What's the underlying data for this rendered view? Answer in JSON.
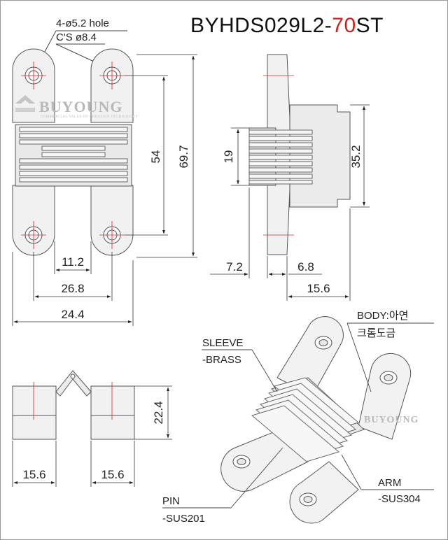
{
  "title": {
    "prefix": "BYHDS029L2-",
    "highlight": "70",
    "suffix": "ST",
    "highlight_color": "#d11f1f"
  },
  "hole_note": {
    "line1": "4-ø5.2 hole",
    "line2": "C'S ø8.4"
  },
  "watermark": {
    "brand": "BUYOUNG",
    "tagline": "COMMERCIAL VALUE OF CREATION TECHNOLOGY"
  },
  "dimensions": {
    "front_height_total": "69.7",
    "front_hole_spacing": "54",
    "front_body_width": "11.2",
    "front_width_inner": "26.8",
    "front_width_total": "24.4",
    "side_sleeve_height": "19",
    "side_body_height": "35.2",
    "side_left_depth": "7.2",
    "side_right_depth": "6.8",
    "side_total_depth": "15.6",
    "bottom_height": "22.4",
    "bottom_left_width": "15.6",
    "bottom_right_width": "15.6"
  },
  "callouts": {
    "body_line1": "BODY:아연",
    "body_line2": "크롬도금",
    "sleeve_line1": "SLEEVE",
    "sleeve_line2": "-BRASS",
    "arm_line1": "ARM",
    "arm_line2": "-SUS304",
    "pin_line1": "PIN",
    "pin_line2": "-SUS201"
  },
  "colors": {
    "part_fill": "#f1f1f1",
    "outline": "#555555",
    "centerline": "#e02020"
  }
}
